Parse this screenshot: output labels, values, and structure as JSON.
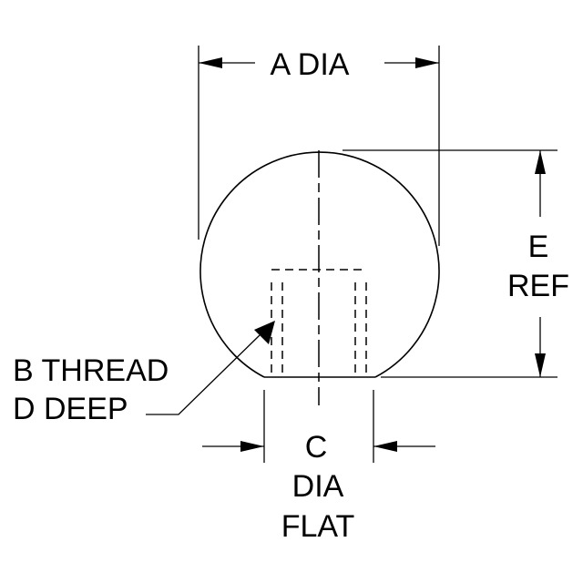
{
  "labels": {
    "a_dia": "A DIA",
    "b_thread": "B THREAD",
    "d_deep": "D DEEP",
    "c": "C",
    "c_dia": "DIA",
    "c_flat": "FLAT",
    "e": "E",
    "e_ref": "REF"
  },
  "colors": {
    "line": "#000000",
    "background": "#ffffff"
  }
}
